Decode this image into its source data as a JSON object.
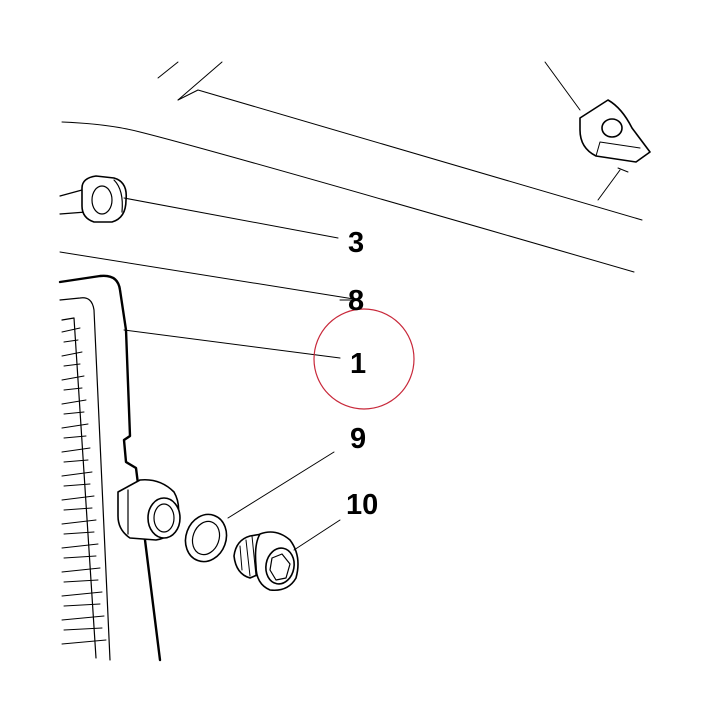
{
  "diagram": {
    "callouts": [
      {
        "id": "3",
        "label": "3"
      },
      {
        "id": "8",
        "label": "8"
      },
      {
        "id": "1",
        "label": "1"
      },
      {
        "id": "9",
        "label": "9"
      },
      {
        "id": "10",
        "label": "10"
      }
    ],
    "highlight": {
      "target": "1",
      "color": "#c8283a"
    },
    "line_color": "#000000"
  }
}
